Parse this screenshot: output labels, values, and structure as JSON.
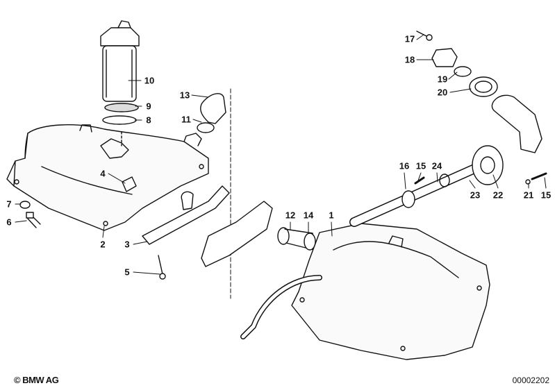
{
  "diagram": {
    "callouts": [
      "10",
      "9",
      "8",
      "13",
      "11",
      "4",
      "7",
      "6",
      "2",
      "3",
      "5",
      "12",
      "14",
      "1",
      "17",
      "18",
      "19",
      "20",
      "16",
      "15",
      "24",
      "23",
      "22",
      "21",
      "15"
    ]
  },
  "footer": {
    "copyright": "© BMW AG",
    "diagram_number": "00002202"
  }
}
